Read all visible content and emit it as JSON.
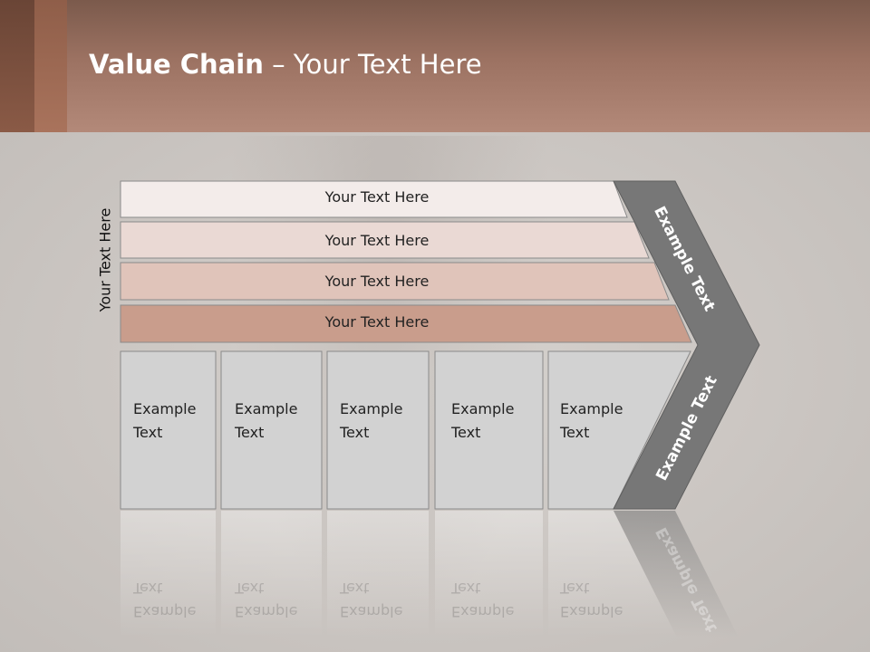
{
  "header": {
    "title_bold": "Value Chain",
    "title_rest": " – Your Text Here"
  },
  "diagram": {
    "vertical_label": "Your Text Here",
    "rows": [
      {
        "label": "Your Text Here",
        "color": "#f3ecea"
      },
      {
        "label": "Your Text Here",
        "color": "#ead9d4"
      },
      {
        "label": "Your Text Here",
        "color": "#e0c4ba"
      },
      {
        "label": "Your Text Here",
        "color": "#c99d8c"
      }
    ],
    "columns": [
      {
        "line1": "Example",
        "line2": "Text"
      },
      {
        "line1": "Example",
        "line2": "Text"
      },
      {
        "line1": "Example",
        "line2": "Text"
      },
      {
        "line1": "Example",
        "line2": "Text"
      },
      {
        "line1": "Example",
        "line2": "Text"
      }
    ],
    "chevron_top": "Example Text",
    "chevron_bottom": "Example Text",
    "chevron_color": "#777777"
  }
}
